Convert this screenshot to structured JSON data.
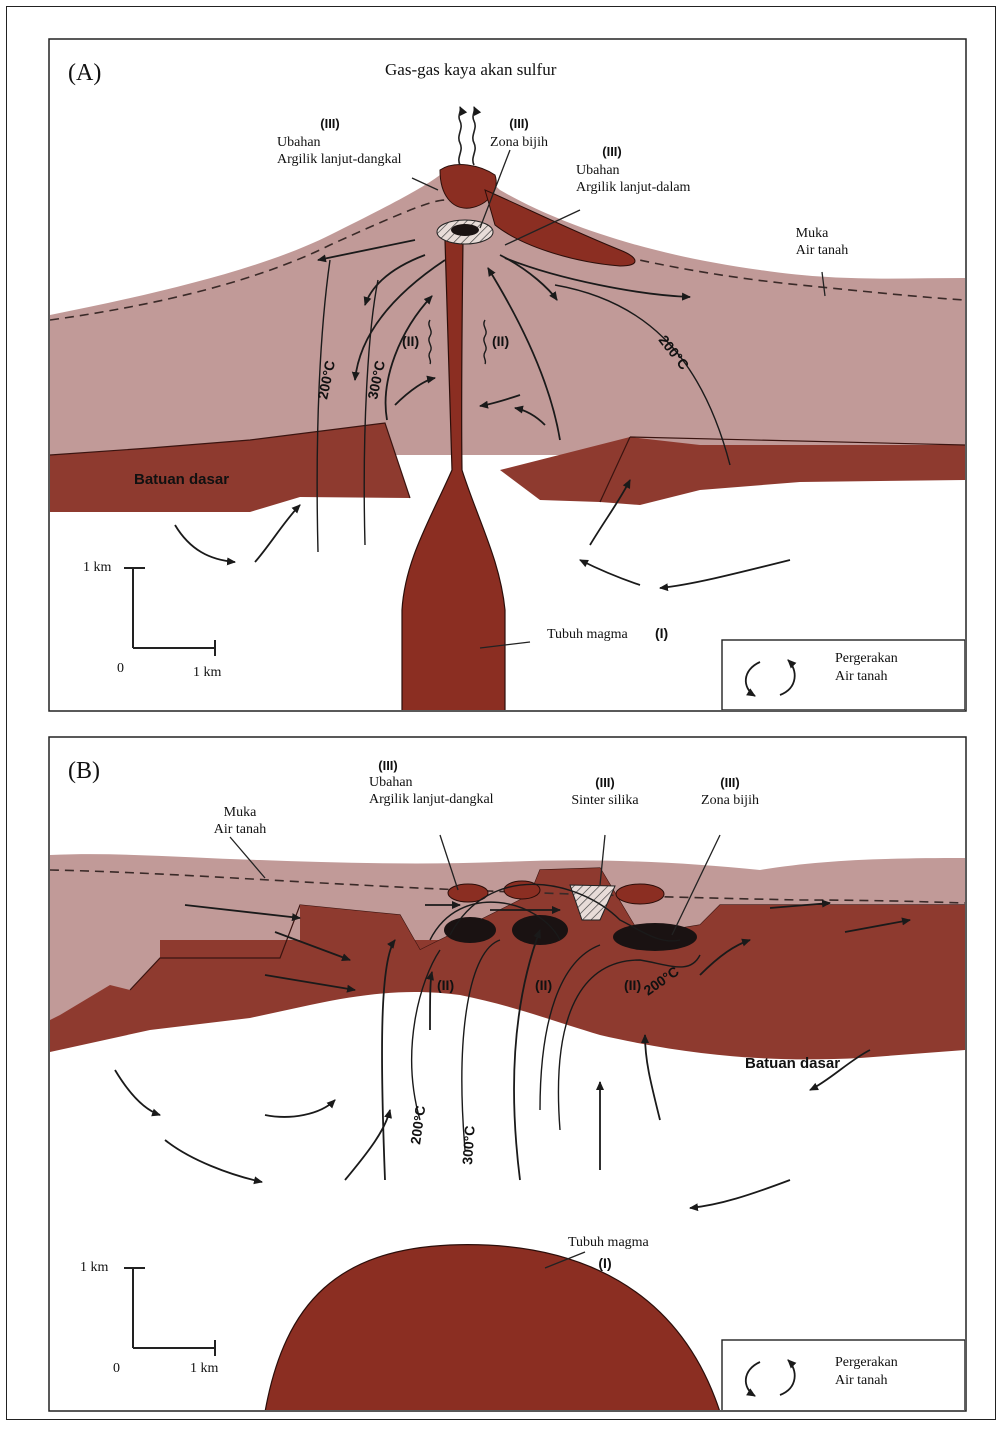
{
  "panelA": {
    "label": "(A)",
    "title": "Gas-gas kaya akan  sulfur",
    "zone_III_left_num": "(III)",
    "zone_III_left_1": "Ubahan",
    "zone_III_left_2": "Argilik lanjut-dangkal",
    "zone_III_mid_num": "(III)",
    "zone_III_mid_1": "Zona bijih",
    "zone_III_right_num": "(III)",
    "zone_III_right_1": "Ubahan",
    "zone_III_right_2": "Argilik lanjut-dalam",
    "water_table_1": "Muka",
    "water_table_2": "Air tanah",
    "zone_II_left": "(II)",
    "zone_II_right": "(II)",
    "temp_200_left": "200°C",
    "temp_300": "300°C",
    "temp_200_right": "200°C",
    "basement": "Batuan dasar",
    "magma": "Tubuh magma",
    "zone_I": "(I)",
    "scale_v": "1 km",
    "scale_zero": "0",
    "scale_h": "1 km",
    "legend_1": "Pergerakan",
    "legend_2": "Air tanah"
  },
  "panelB": {
    "label": "(B)",
    "water_table_1": "Muka",
    "water_table_2": "Air tanah",
    "zone_III_left_num": "(III)",
    "zone_III_left_1": "Ubahan",
    "zone_III_left_2": "Argilik lanjut-dangkal",
    "zone_III_sinter_num": "(III)",
    "zone_III_sinter": "Sinter silika",
    "zone_III_ore_num": "(III)",
    "zone_III_ore": "Zona bijih",
    "zone_II_1": "(II)",
    "zone_II_2": "(II)",
    "zone_II_3": "(II)",
    "temp_200_right": "200°C",
    "temp_200_left": "200°C",
    "temp_300": "300°C",
    "basement": "Batuan dasar",
    "magma": "Tubuh magma",
    "zone_I": "(I)",
    "scale_v": "1 km",
    "scale_zero": "0",
    "scale_h": "1 km",
    "legend_1": "Pergerakan",
    "legend_2": "Air tanah"
  },
  "colors": {
    "host_rock": "#c19a98",
    "basement": "#8e3a2f",
    "magma": "#8b2e22",
    "ore": "#1a1212"
  }
}
